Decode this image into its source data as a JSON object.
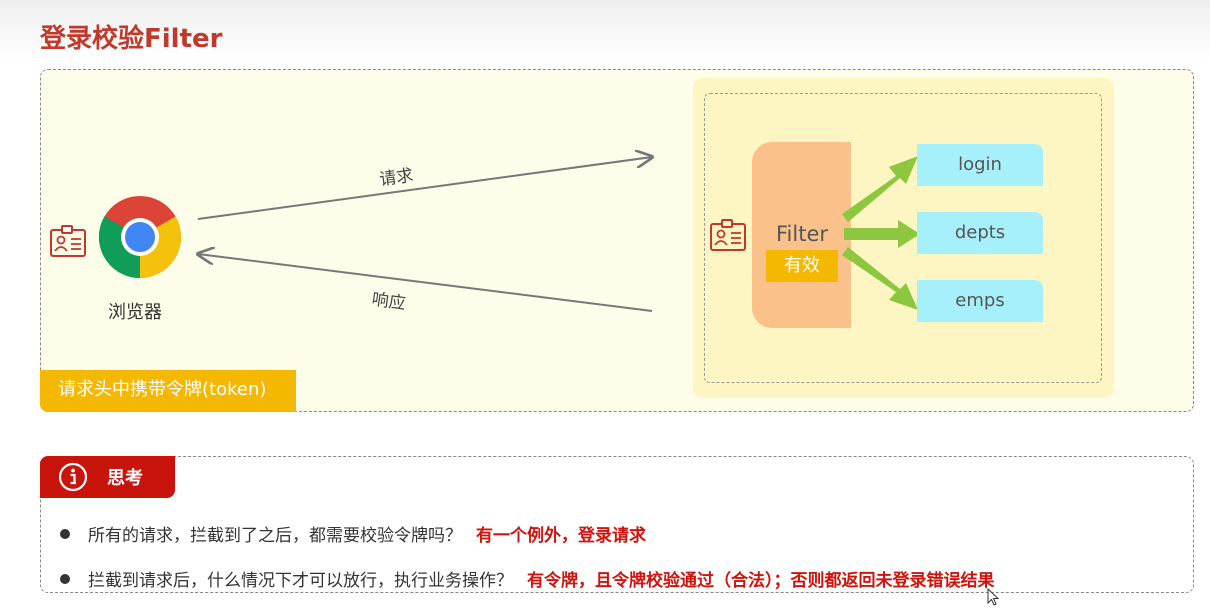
{
  "slide": {
    "title": "登录校验Filter"
  },
  "diagram": {
    "browser_label": "浏览器",
    "request_label": "请求",
    "response_label": "响应",
    "token_badge": "请求头中携带令牌(token)",
    "filter_label": "Filter",
    "valid_badge": "有效",
    "endpoints": [
      "login",
      "depts",
      "emps"
    ],
    "colors": {
      "filter": "#fbc18b",
      "endpoint": "#a6f0fb",
      "badge": "#f5b800",
      "arrow_green": "#8dc63f"
    },
    "icons": [
      "chrome-icon",
      "id-card-icon"
    ]
  },
  "think": {
    "header": "思考",
    "items": [
      {
        "question": "所有的请求，拦截到了之后，都需要校验令牌吗？",
        "answer": "有一个例外，登录请求"
      },
      {
        "question": "拦截到请求后，什么情况下才可以放行，执行业务操作？",
        "answer": "有令牌，且令牌校验通过（合法）；否则都返回未登录错误结果"
      }
    ]
  }
}
